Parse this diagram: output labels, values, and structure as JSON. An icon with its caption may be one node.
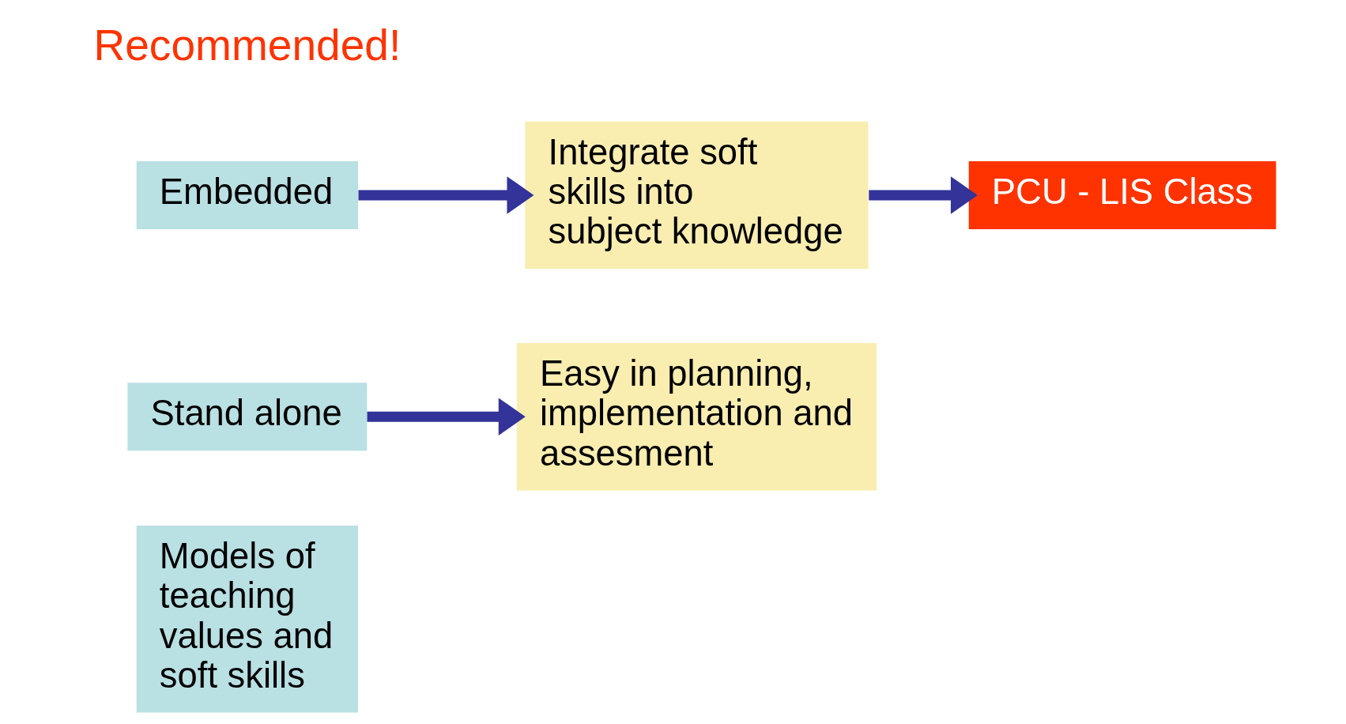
{
  "diagram": {
    "nodes": [
      {
        "text": [
          "Models of teaching values and soft skills"
        ]
      },
      {
        "text": [
          "Stand alone"
        ]
      },
      {
        "text": [
          "Embedded"
        ]
      },
      {
        "text": [
          "Easy in planning, implementation and assesment"
        ]
      },
      {
        "text": [
          "Integrate soft skills into subject knowledge"
        ]
      },
      {
        "text": [
          "PCU - LIS Class"
        ]
      }
    ],
    "edges": [
      {
        "from": 1,
        "to": 3,
        "arrow": "to"
      },
      {
        "from": 2,
        "to": 4,
        "arrow": "to"
      },
      {
        "from": 4,
        "to": 5,
        "arrow": "to"
      }
    ],
    "labels": [
      "Recommended!"
    ]
  }
}
